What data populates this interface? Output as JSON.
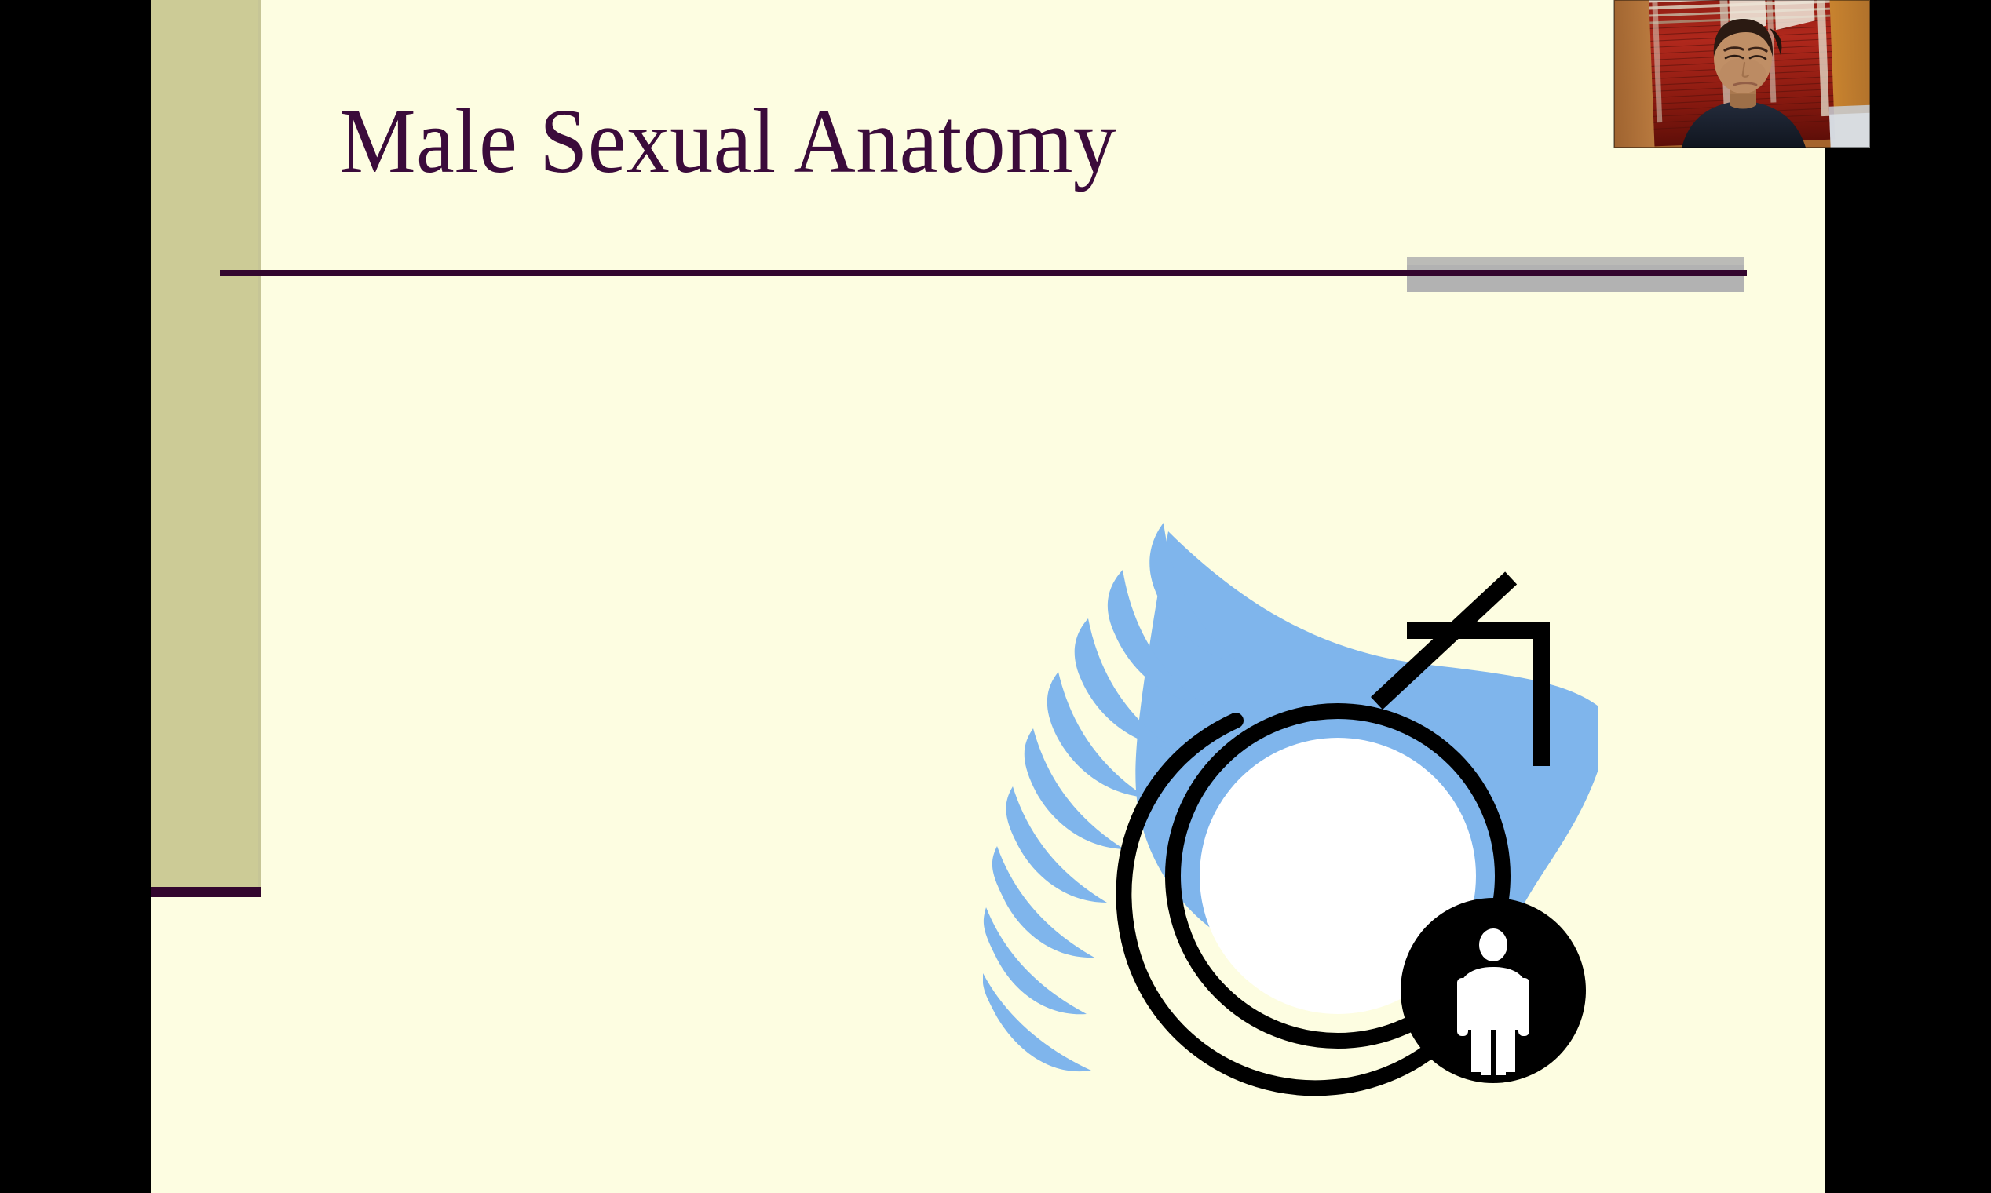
{
  "presentation": {
    "slide_title": "Male Sexual Anatomy",
    "background_color": "#FDFDE1",
    "accent_band_color": "#CCCB96",
    "title_color": "#3B0B3B",
    "rule_color": "#33062E",
    "graybar_color": "#B2B2B2",
    "frame_color": "#000000"
  },
  "graphic": {
    "name": "male-gender-symbol-clipart",
    "alt": "Male (Mars) gender symbol with blue feathered swoosh and a male pictogram badge",
    "colors": {
      "swoosh": "#7FB5EC",
      "ring_stroke": "#000000",
      "ring_fill": "#FFFFFF",
      "badge_fill": "#000000",
      "pictogram_fill": "#FFFFFF"
    }
  },
  "webcam": {
    "label": "Presenter webcam feed",
    "description": "Woman with dark hair pulled back wearing a dark navy top, seated in front of a window covered by red-brown woven blinds, tan walls on either side",
    "colors": {
      "wall": "#B5763B",
      "blind": "#A02018",
      "blind_dark": "#6E1008",
      "window_light": "#E8E2D6",
      "skin": "#C4906B",
      "hair": "#2A1712",
      "shirt": "#1C2433"
    }
  }
}
